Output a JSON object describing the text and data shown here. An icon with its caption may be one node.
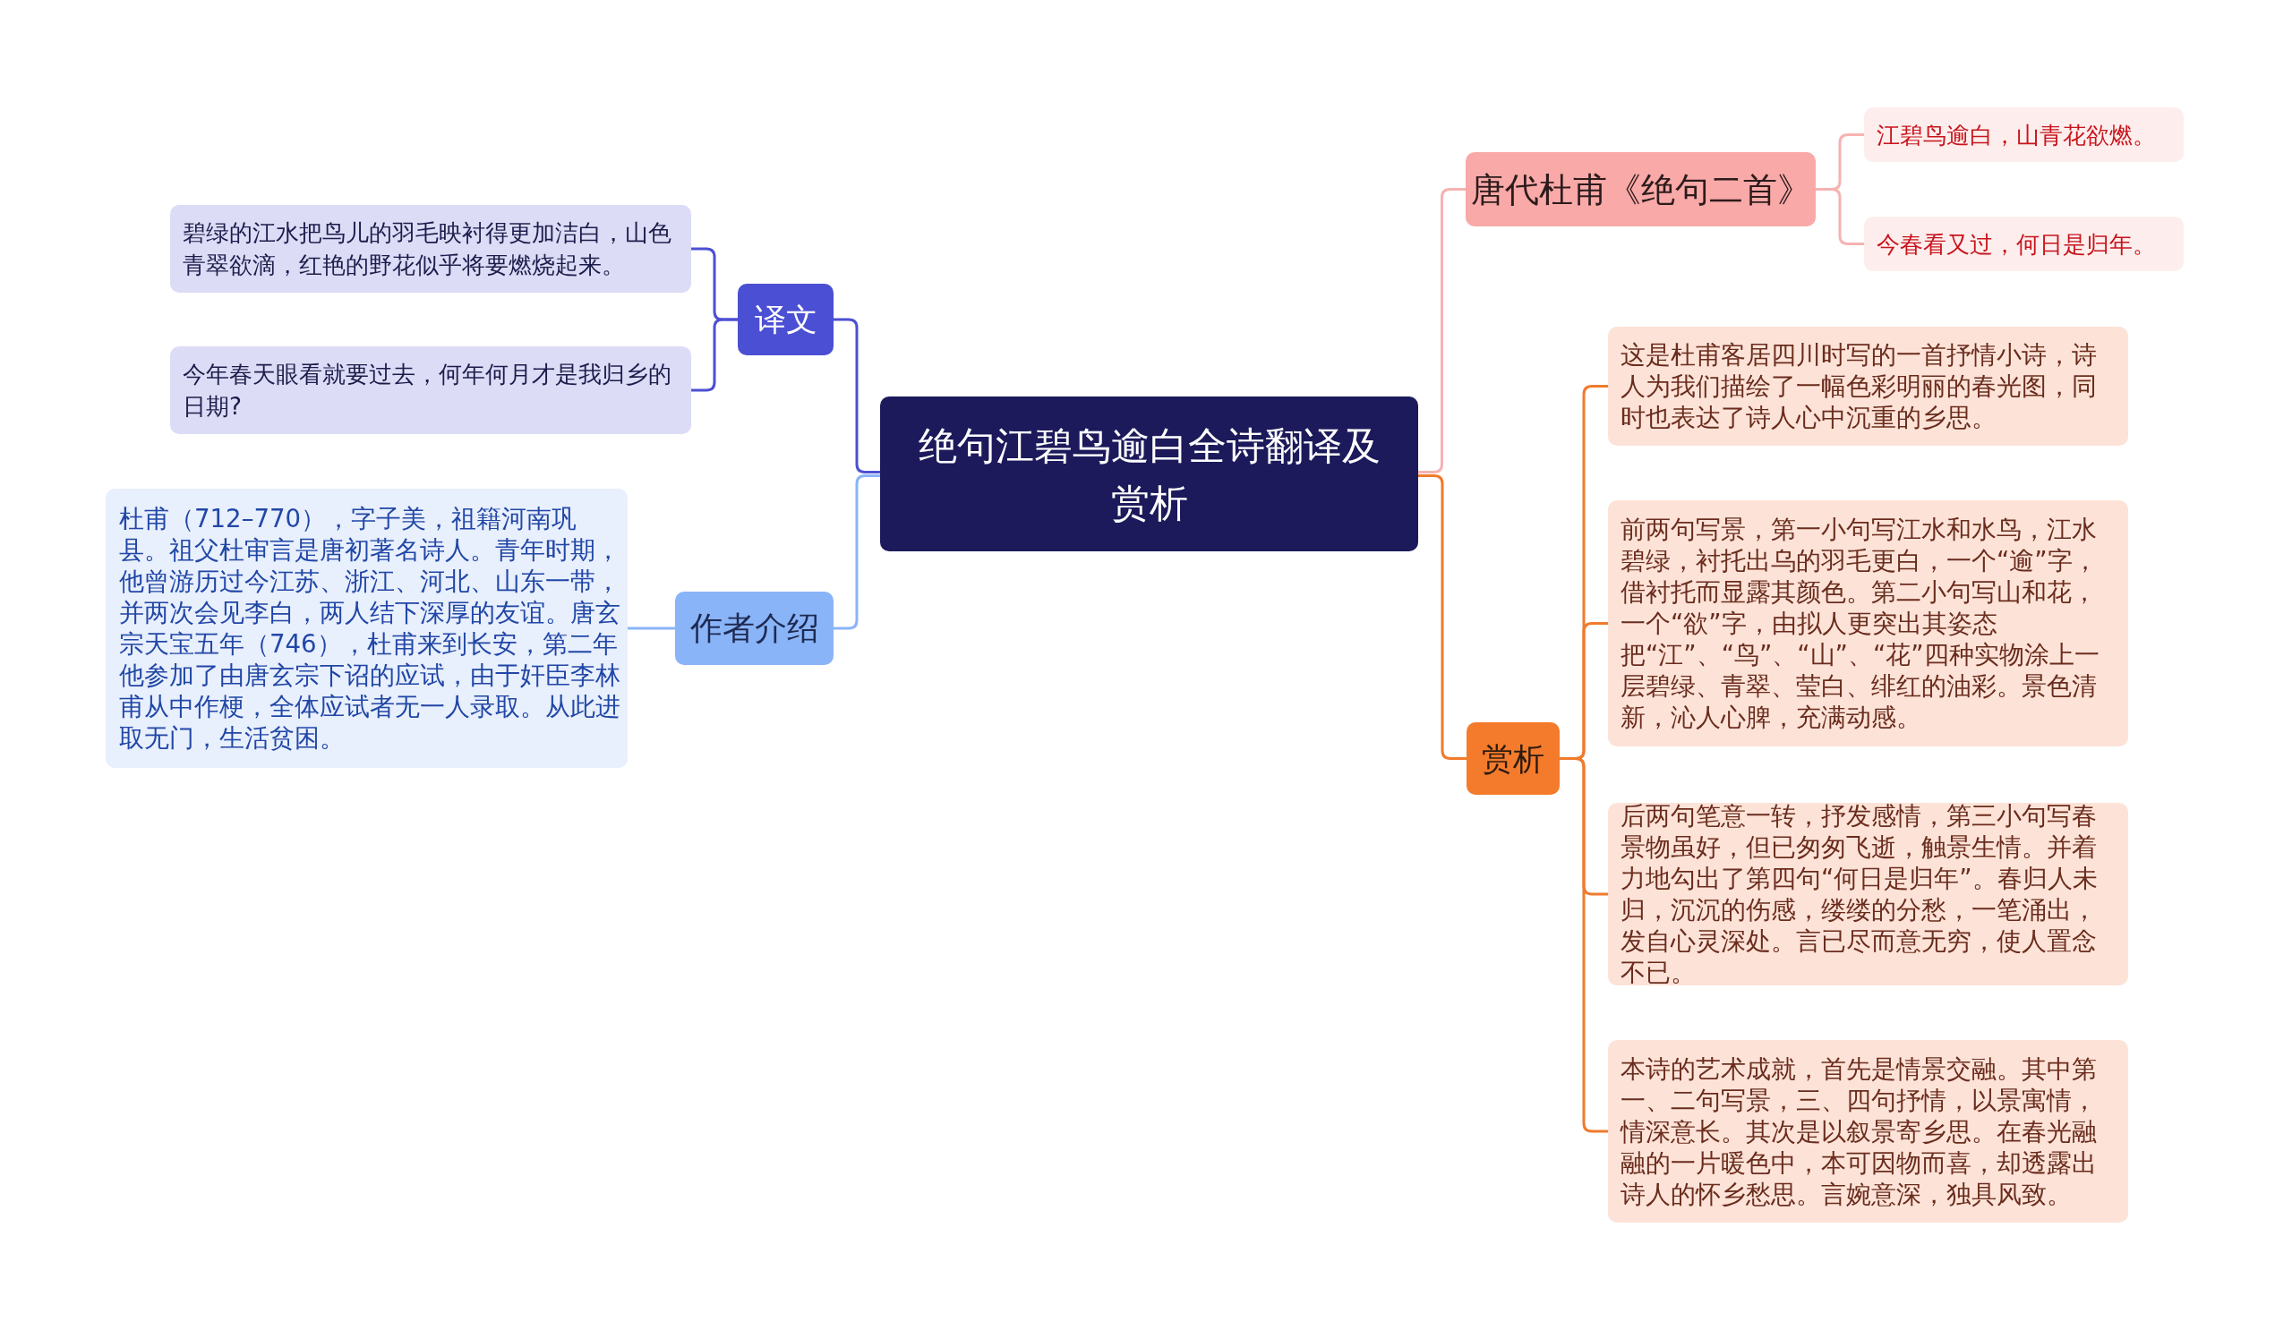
{
  "diagram": {
    "nodes": [
      {
        "text": [
          "绝句江碧鸟逾白全诗翻译及赏析"
        ]
      },
      {
        "text": [
          "译文"
        ]
      },
      {
        "text": [
          "碧绿的江水把鸟儿的羽毛映衬得更加洁白，山色青翠欲滴，红艳的野花似乎将要燃烧起来。"
        ]
      },
      {
        "text": [
          "今年春天眼看就要过去，何年何月才是我归乡的日期?"
        ]
      },
      {
        "text": [
          "作者介绍"
        ]
      },
      {
        "text": [
          "杜甫（712–770），字子美，祖籍河南巩县。祖父杜审言是唐初著名诗人。青年时期，他曾游历过今江苏、浙江、河北、山东一带，并两次会见李白，两人结下深厚的友谊。唐玄宗天宝五年（746），杜甫来到长安，第二年他参加了由唐玄宗下诏的应试，由于奸臣李林甫从中作梗，全体应试者无一人录取。从此进取无门，生活贫困。"
        ]
      },
      {
        "text": [
          "唐代杜甫《绝句二首》"
        ]
      },
      {
        "text": [
          "江碧鸟逾白，山青花欲燃。"
        ]
      },
      {
        "text": [
          "今春看又过，何日是归年。"
        ]
      },
      {
        "text": [
          "赏析"
        ]
      },
      {
        "text": [
          "这是杜甫客居四川时写的一首抒情小诗，诗人为我们描绘了一幅色彩明丽的春光图，同时也表达了诗人心中沉重的乡思。"
        ]
      },
      {
        "text": [
          "前两句写景，第一小句写江水和水鸟，江水碧绿，衬托出乌的羽毛更白，一个“逾”字，借衬托而显露其颜色。第二小句写山和花，一个“欲”字，由拟人更突出其姿态把“江”、“鸟”、“山”、“花”四种实物涂上一层碧绿、青翠、莹白、绯红的油彩。景色清新，沁人心脾，充满动感。"
        ]
      },
      {
        "text": [
          "后两句笔意一转，抒发感情，第三小句写春景物虽好，但已匆匆飞逝，触景生情。并着力地勾出了第四句“何日是归年”。春归人未归，沉沉的伤感，缕缕的分愁，一笔涌出，发自心灵深处。言已尽而意无穷，使人置念不已。"
        ]
      },
      {
        "text": [
          "本诗的艺术成就，首先是情景交融。其中第一、二句写景，三、四句抒情，以景寓情，情深意长。其次是以叙景寄乡思。在春光融融的一片暖色中，本可因物而喜，却透露出诗人的怀乡愁思。言婉意深，独具风致。"
        ]
      }
    ],
    "edges": [
      {
        "from": 0,
        "to": 1,
        "arrow": "none",
        "color": "#4d50d2"
      },
      {
        "from": 1,
        "to": 2,
        "arrow": "none",
        "color": "#4d50d2"
      },
      {
        "from": 1,
        "to": 3,
        "arrow": "none",
        "color": "#4d50d2"
      },
      {
        "from": 0,
        "to": 4,
        "arrow": "none",
        "color": "#8ab4f8"
      },
      {
        "from": 4,
        "to": 5,
        "arrow": "none",
        "color": "#8ab4f8"
      },
      {
        "from": 0,
        "to": 6,
        "arrow": "none",
        "color": "#f5b3b1"
      },
      {
        "from": 6,
        "to": 7,
        "arrow": "none",
        "color": "#f5b3b1"
      },
      {
        "from": 6,
        "to": 8,
        "arrow": "none",
        "color": "#f5b3b1"
      },
      {
        "from": 0,
        "to": 9,
        "arrow": "none"
      },
      {
        "from": 9,
        "to": 10,
        "arrow": "none"
      },
      {
        "from": 9,
        "to": 11,
        "arrow": "none"
      },
      {
        "from": 9,
        "to": 12,
        "arrow": "none"
      },
      {
        "from": 9,
        "to": 13,
        "arrow": "none"
      }
    ]
  }
}
